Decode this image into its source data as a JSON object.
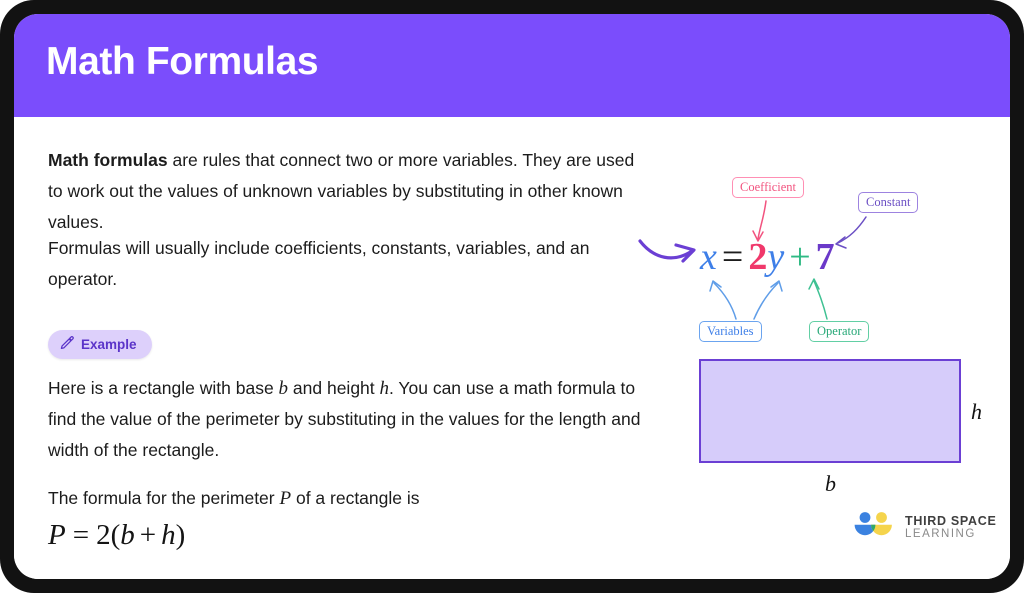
{
  "header": {
    "title": "Math Formulas",
    "bg_color": "#7b4dfc"
  },
  "content": {
    "intro_bold": "Math formulas",
    "intro_rest": " are rules that connect two or more variables. They are used to work out the values of unknown variables by substituting in other known values.",
    "include_text": "Formulas will usually include coefficients, constants, variables, and an operator.",
    "example_badge": "Example",
    "example_icon": "pencil-icon",
    "example_text_a": "Here is a rectangle with base ",
    "example_var_b": "b",
    "example_text_b": " and height ",
    "example_var_h": "h",
    "example_text_c": ". You can use a math formula to find the value of the perimeter by substituting in the values for the length and width of the rectangle.",
    "perimeter_text_a": "The formula for the perimeter ",
    "perimeter_var_p": "P",
    "perimeter_text_b": " of a rectangle is",
    "formula": {
      "lhs": "P",
      "equals": "=",
      "rhs_coeff": "2",
      "open_paren": "(",
      "var_b": "b",
      "plus": "+",
      "var_h": "h",
      "close_paren": ")"
    }
  },
  "equation_diagram": {
    "terms": {
      "x": "x",
      "equals": "=",
      "coefficient": "2",
      "y": "y",
      "operator": "+",
      "constant": "7"
    },
    "colors": {
      "variable": "#3e7fe8",
      "coefficient": "#f0386b",
      "operator": "#2fba84",
      "constant": "#6b39c9",
      "equals": "#1d1d1d",
      "arrow": "#6b3fd4"
    },
    "labels": {
      "coefficient": "Coefficient",
      "constant": "Constant",
      "variables": "Variables",
      "operator": "Operator"
    }
  },
  "rectangle_diagram": {
    "base_label": "b",
    "height_label": "h",
    "fill_color": "#d6ccfa",
    "border_color": "#6b3fd4"
  },
  "logo": {
    "line1": "THIRD SPACE",
    "line2": "LEARNING",
    "blue": "#3b82e0",
    "yellow": "#f5d44c",
    "green": "#31a86c"
  }
}
